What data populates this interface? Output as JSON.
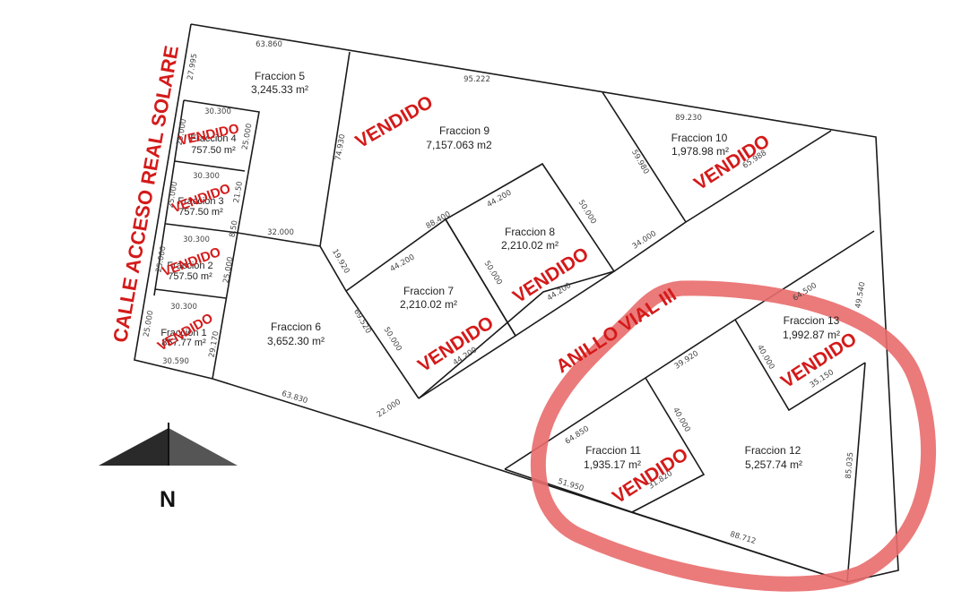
{
  "streets": {
    "calle": "CALLE ACCESO REAL SOLARE",
    "anillo": "ANILLO VIAL III"
  },
  "sold_label": "VENDIDO",
  "north_label": "N",
  "colors": {
    "sold": "#d41a1a",
    "highlight": "#e96c6c",
    "lines": "#1a1a1a"
  },
  "lots": {
    "f1": {
      "name": "Fraccion 1",
      "area": "857.77 m²",
      "sold": true
    },
    "f2": {
      "name": "Fraccion 2",
      "area": "757.50 m²",
      "sold": true
    },
    "f3": {
      "name": "Fraccion 3",
      "area": "757.50 m²",
      "sold": true
    },
    "f4": {
      "name": "Fraccion 4",
      "area": "757.50 m²",
      "sold": true
    },
    "f5": {
      "name": "Fraccion 5",
      "area": "3,245.33 m²",
      "sold": false
    },
    "f6": {
      "name": "Fraccion 6",
      "area": "3,652.30 m²",
      "sold": false
    },
    "f7": {
      "name": "Fraccion 7",
      "area": "2,210.02 m²",
      "sold": true
    },
    "f8": {
      "name": "Fraccion 8",
      "area": "2,210.02 m²",
      "sold": true
    },
    "f9": {
      "name": "Fraccion 9",
      "area": "7,157.063 m2",
      "sold": true
    },
    "f10": {
      "name": "Fraccion 10",
      "area": "1,978.98 m²",
      "sold": true
    },
    "f11": {
      "name": "Fraccion 11",
      "area": "1,935.17 m²",
      "sold": true
    },
    "f12": {
      "name": "Fraccion 12",
      "area": "5,257.74 m²",
      "sold": false
    },
    "f13": {
      "name": "Fraccion 13",
      "area": "1,992.87 m²",
      "sold": true
    }
  },
  "dimensions": {
    "d1": "63.860",
    "d2": "27.995",
    "d3": "95.222",
    "d4": "30.300",
    "d5": "25.000",
    "d6": "25.000",
    "d7": "30.300",
    "d8": "25.000",
    "d9": "21.50",
    "d10": "30.300",
    "d11": "25.000",
    "d12": "25.000",
    "d13": "30.300",
    "d14": "25.000",
    "d15": "29.170",
    "d16": "30.590",
    "d17": "8.50",
    "d18": "32.000",
    "d19": "74.930",
    "d20": "89.230",
    "d21": "59.980",
    "d22": "65.988",
    "d23": "88.400",
    "d24": "44.200",
    "d25": "50.000",
    "d26": "34.000",
    "d27": "19.920",
    "d28": "44.200",
    "d29": "50.000",
    "d30": "44.200",
    "d31": "69.520",
    "d32": "50.000",
    "d33": "44.200",
    "d34": "63.830",
    "d35": "22.000",
    "d36": "64.500",
    "d37": "49.540",
    "d38": "39.920",
    "d39": "40.000",
    "d40": "35.150",
    "d41": "40.000",
    "d42": "64.850",
    "d43": "51.950",
    "d44": "31.820",
    "d45": "85.035",
    "d46": "88.712"
  }
}
